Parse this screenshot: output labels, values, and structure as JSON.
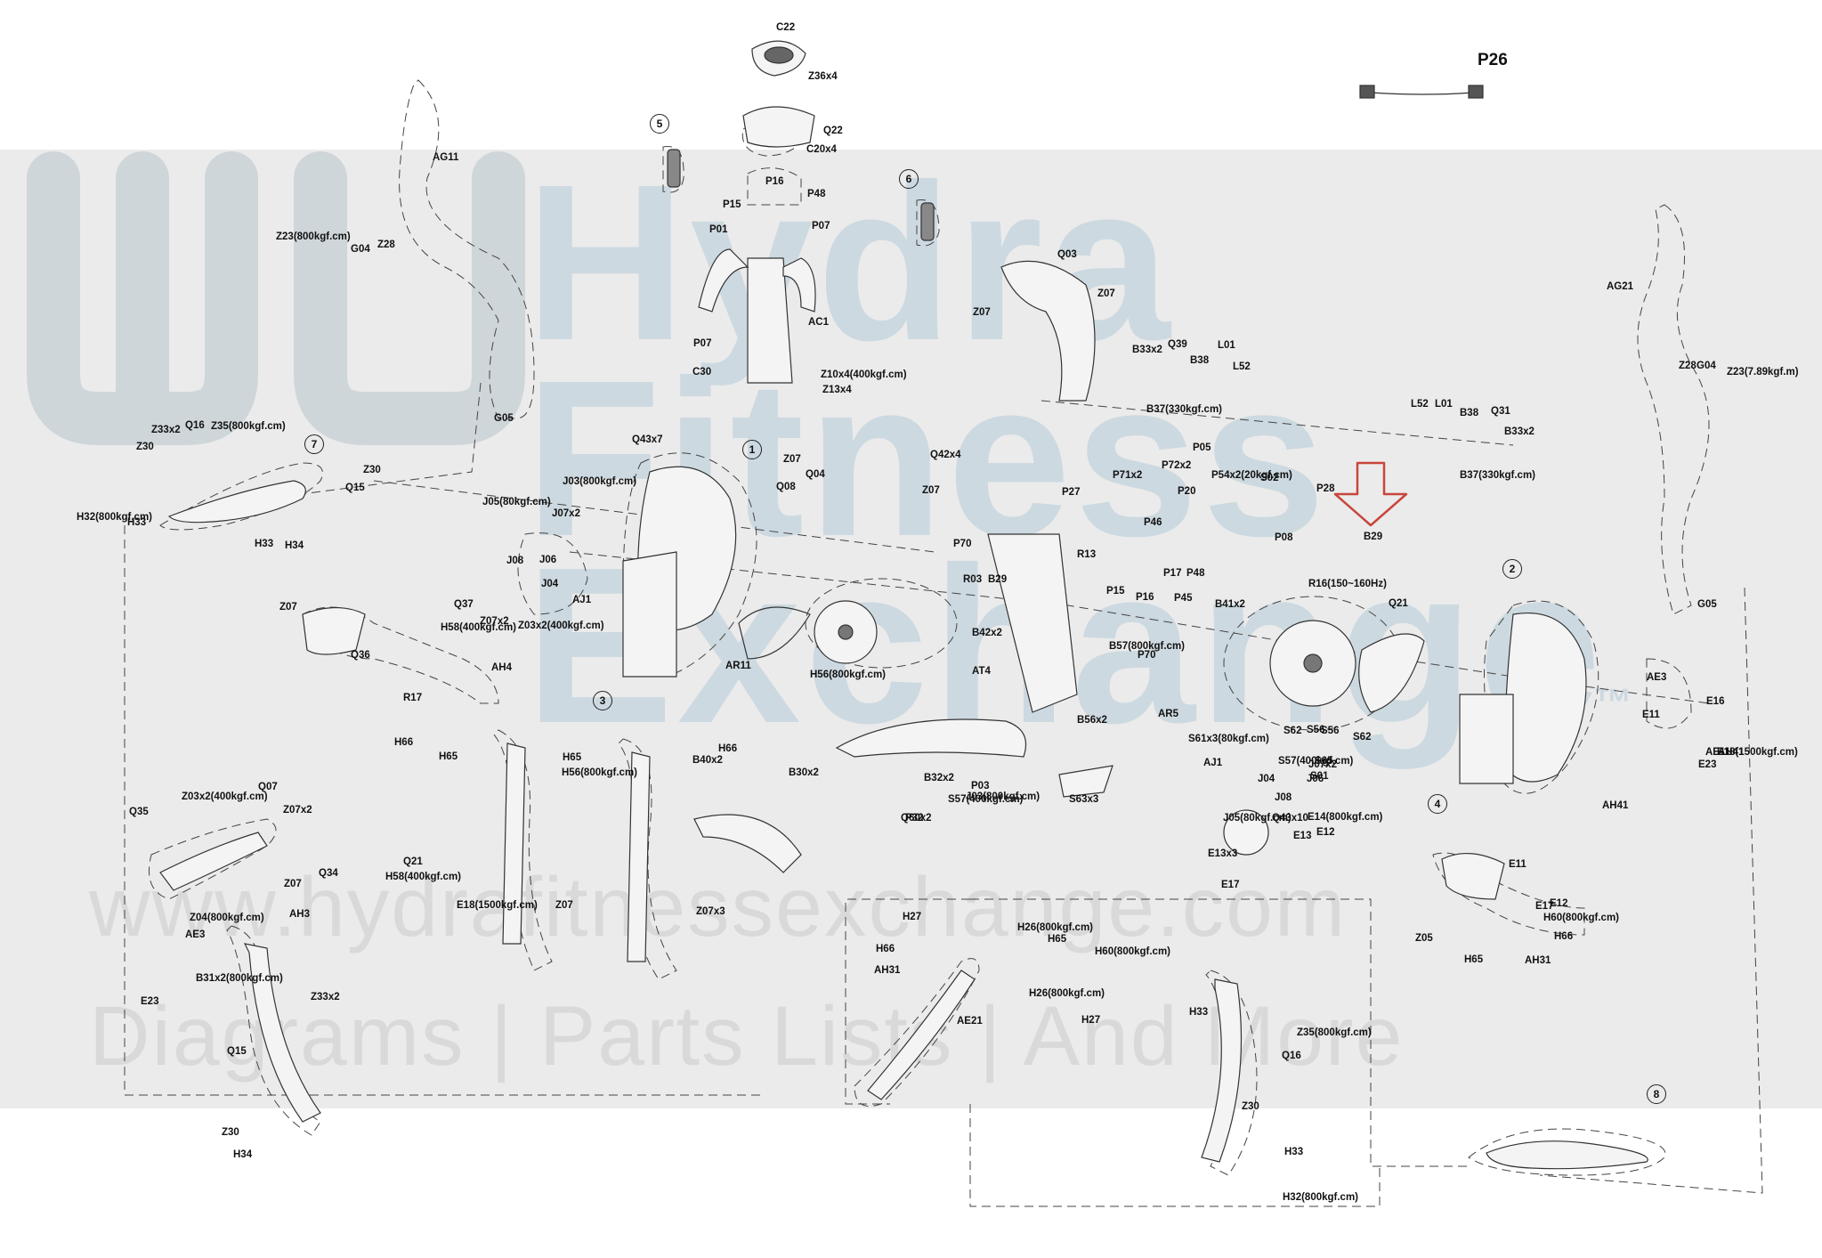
{
  "watermark": {
    "brand_lines": [
      "Hydra",
      "Fitness",
      "Exchange"
    ],
    "trademark": "™",
    "url": "www.hydrafitnessexchange.com",
    "tagline": "Diagrams | Parts Lists | And More"
  },
  "callouts": [
    "1",
    "2",
    "3",
    "4",
    "5",
    "6",
    "7",
    "8"
  ],
  "parts": [
    "C22",
    "Z36x4",
    "Q22",
    "C20x4",
    "P16",
    "P48",
    "P15",
    "P01",
    "P07",
    "AC1",
    "P07",
    "C30",
    "Z10x4(400kgf.cm)",
    "Z13x4",
    "AG11",
    "Z23(800kgf.cm)",
    "G04",
    "Z28",
    "G05",
    "Q03",
    "Z07",
    "Z07",
    "B33x2",
    "Q39",
    "B38",
    "L01",
    "L52",
    "B37(330kgf.cm)",
    "L52",
    "L01",
    "B38",
    "Q31",
    "B33x2",
    "B37(330kgf.cm)",
    "AG21",
    "Z28",
    "G04",
    "Z23(7.89kgf.m)",
    "G05",
    "P26",
    "Z33x2",
    "Q16",
    "Z35(800kgf.cm)",
    "Z30",
    "Z30",
    "Q15",
    "H32(800kgf.cm)",
    "H33",
    "H33",
    "H34",
    "Q43x7",
    "J03(800kgf.cm)",
    "J05(80kgf.cm)",
    "J07x2",
    "J06",
    "J08",
    "J04",
    "AJ1",
    "Z07",
    "Q04",
    "Q42x4",
    "Q08",
    "Z07",
    "P71x2",
    "P72x2",
    "P05",
    "P54x2(20kgf.cm)",
    "S02",
    "P20",
    "P27",
    "P46",
    "P08",
    "P28",
    "B29",
    "P70",
    "R13",
    "R03",
    "B29",
    "P15",
    "P17",
    "P48",
    "P16",
    "P45",
    "B41x2",
    "B42x2",
    "AT4",
    "B57(800kgf.cm)",
    "P70",
    "B56x2",
    "AR5",
    "R16(150~160Hz)",
    "Q21",
    "Z07",
    "Q36",
    "H58(400kgf.cm)",
    "Q37",
    "Z07x2",
    "Z03x2(400kgf.cm)",
    "AH4",
    "R17",
    "AR11",
    "H56(800kgf.cm)",
    "H66",
    "H65",
    "H65",
    "H56(800kgf.cm)",
    "H66",
    "B40x2",
    "B30x2",
    "B32x2",
    "Q60x2",
    "P32",
    "S57(400kgf.cm)",
    "S63x3",
    "S61x3(80kgf.cm)",
    "S62",
    "S56",
    "S56",
    "S62",
    "S57(400kgf.cm)",
    "S65",
    "S01",
    "P03",
    "J03(800kgf.cm)",
    "AJ1",
    "J07x2",
    "J04",
    "J06",
    "J08",
    "J05(80kgf.cm)",
    "Q43x10",
    "E14(800kgf.cm)",
    "E12",
    "E13x3",
    "E17",
    "E13",
    "AE3",
    "E11",
    "E16",
    "E18(1500kgf.cm)",
    "AE11",
    "E23",
    "AH41",
    "AH41",
    "Q07",
    "Z03x2(400kgf.cm)",
    "Q35",
    "Z07x2",
    "Q21",
    "Q34",
    "H58(400kgf.cm)",
    "Z07",
    "AH3",
    "Z04(800kgf.cm)",
    "AE3",
    "E18(1500kgf.cm)",
    "Z07",
    "Z07x3",
    "E11",
    "E17",
    "E12",
    "Z05",
    "H60(800kgf.cm)",
    "H66",
    "H65",
    "AH31",
    "H27",
    "H26(800kgf.cm)",
    "H65",
    "H66",
    "H60(800kgf.cm)",
    "AH31",
    "H26(800kgf.cm)",
    "H27",
    "AE21",
    "E23",
    "B31x2(800kgf.cm)",
    "Z33x2",
    "Q15",
    "Z30",
    "H34",
    "H33",
    "Z35(800kgf.cm)",
    "Q16",
    "Z30",
    "H33",
    "H32(800kgf.cm)"
  ],
  "colors": {
    "band": "#ebebeb",
    "watermark_blue": "#cdd9e0",
    "watermark_gray": "#d9d9d9",
    "arrow": "#c8463c",
    "ink": "#222222"
  }
}
